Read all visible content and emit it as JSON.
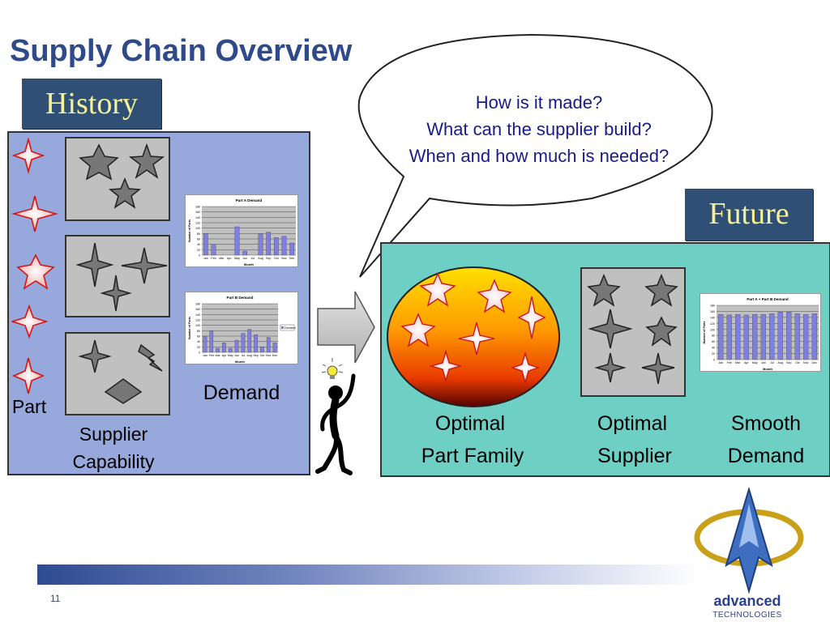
{
  "slide": {
    "title": "Supply Chain Overview",
    "history_tag": "History",
    "future_tag": "Future",
    "page_number": "11"
  },
  "bubble": {
    "lines": [
      "How is it made?",
      "What can the supplier build?",
      "When and how much is needed?"
    ]
  },
  "history": {
    "part_label": "Part",
    "supplier_label_1": "Supplier",
    "supplier_label_2": "Capability",
    "demand_label": "Demand"
  },
  "future": {
    "part_family_1": "Optimal",
    "part_family_2": "Part Family",
    "supplier_1": "Optimal",
    "supplier_2": "Supplier",
    "demand_1": "Smooth",
    "demand_2": "Demand"
  },
  "logo": {
    "line1": "advanced",
    "line2": "TECHNOLOGIES"
  },
  "chart_data": [
    {
      "type": "bar",
      "title": "Part A Demand",
      "xlabel": "Month",
      "ylabel": "Number of Parts",
      "categories": [
        "Jan",
        "Feb",
        "Mar",
        "Apr",
        "May",
        "Jun",
        "Jul",
        "Aug",
        "Sep",
        "Oct",
        "Nov",
        "Dec"
      ],
      "y_ticks": [
        "0",
        "20",
        "40",
        "60",
        "80",
        "100",
        "120",
        "140",
        "160",
        "180"
      ],
      "ylim": [
        0,
        180
      ],
      "values": [
        80,
        40,
        0,
        0,
        105,
        15,
        0,
        80,
        85,
        65,
        70,
        45
      ],
      "bar_color": "#7f7fe0"
    },
    {
      "type": "bar",
      "title": "Part B Demand",
      "xlabel": "Month",
      "ylabel": "Number of Parts",
      "categories": [
        "Jan",
        "Feb",
        "Mar",
        "Apr",
        "May",
        "Jun",
        "Jul",
        "Aug",
        "Sep",
        "Oct",
        "Nov",
        "Dec"
      ],
      "y_ticks": [
        "0",
        "20",
        "40",
        "60",
        "80",
        "100",
        "120",
        "140",
        "160",
        "180"
      ],
      "ylim": [
        0,
        180
      ],
      "values": [
        60,
        80,
        15,
        35,
        15,
        45,
        70,
        85,
        65,
        20,
        55,
        35
      ],
      "legend": "Demand",
      "bar_color": "#7f7fe0"
    },
    {
      "type": "bar",
      "title": "Part A + Part B Demand",
      "xlabel": "Month",
      "ylabel": "Number of Parts",
      "categories": [
        "Jan",
        "Feb",
        "Mar",
        "Apr",
        "May",
        "Jun",
        "Jul",
        "Aug",
        "Sep",
        "Oct",
        "Nov",
        "Dec"
      ],
      "y_ticks": [
        "0",
        "20",
        "40",
        "60",
        "80",
        "100",
        "120",
        "140",
        "160",
        "180"
      ],
      "ylim": [
        0,
        180
      ],
      "values": [
        150,
        148,
        150,
        148,
        150,
        150,
        152,
        158,
        158,
        152,
        150,
        152
      ],
      "bar_color": "#7f7fe0"
    }
  ]
}
